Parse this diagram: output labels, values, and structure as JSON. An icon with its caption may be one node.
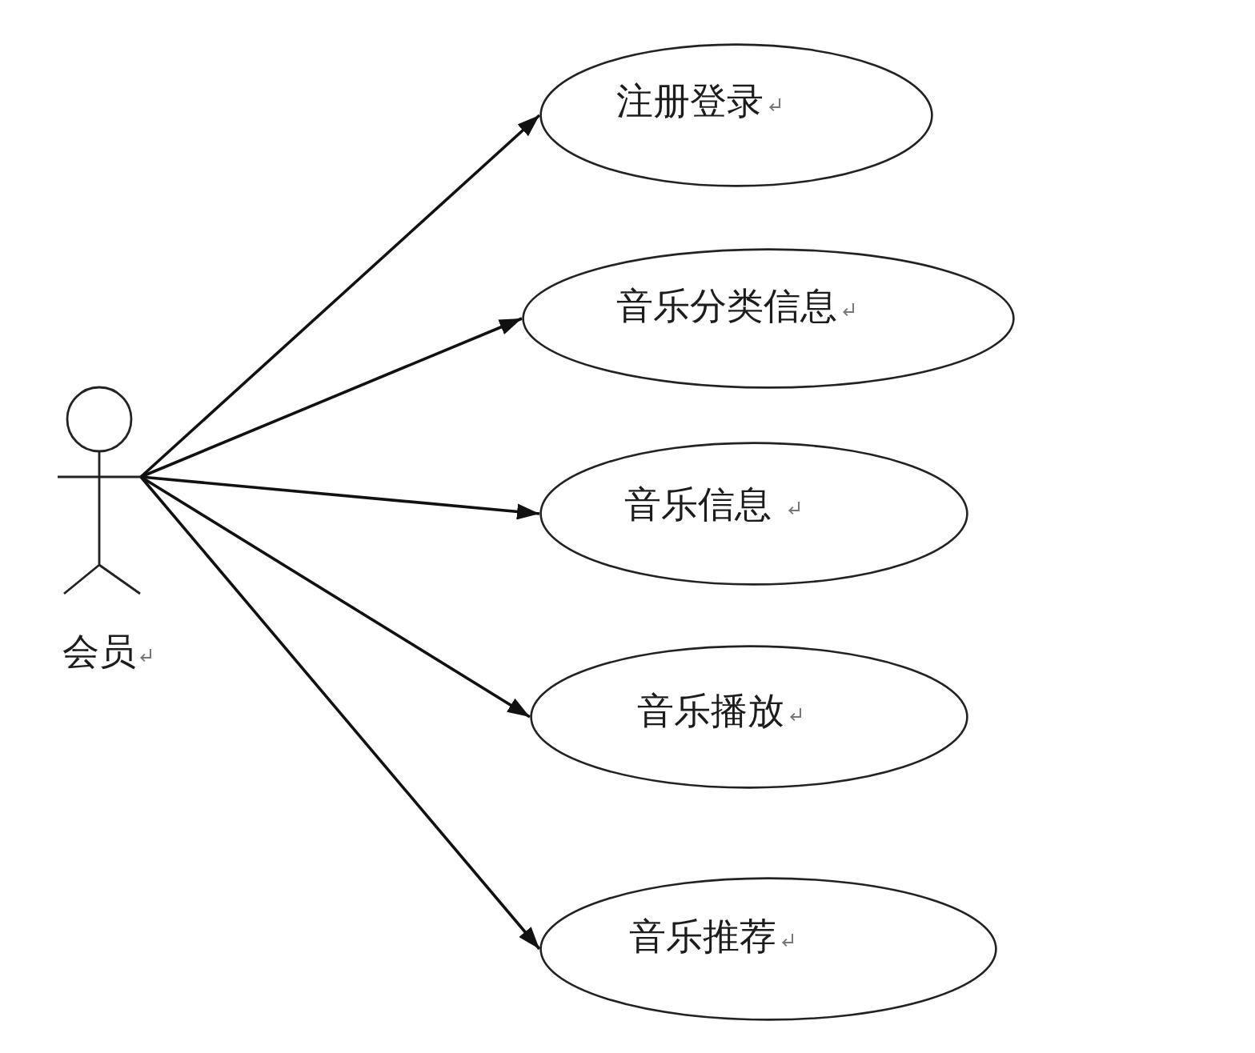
{
  "diagram": {
    "nodes": [
      {
        "text": [
          "会员"
        ]
      },
      {
        "text": [
          "注册登录"
        ]
      },
      {
        "text": [
          "音乐分类信息"
        ]
      },
      {
        "text": [
          "音乐信息"
        ]
      },
      {
        "text": [
          "音乐播放"
        ]
      },
      {
        "text": [
          "音乐推荐"
        ]
      }
    ],
    "edges": [
      {
        "from": 0,
        "to": 1,
        "arrow": "to"
      },
      {
        "from": 0,
        "to": 2,
        "arrow": "to"
      },
      {
        "from": 0,
        "to": 3,
        "arrow": "to"
      },
      {
        "from": 0,
        "to": 4,
        "arrow": "to"
      },
      {
        "from": 0,
        "to": 5,
        "arrow": "to"
      }
    ]
  }
}
